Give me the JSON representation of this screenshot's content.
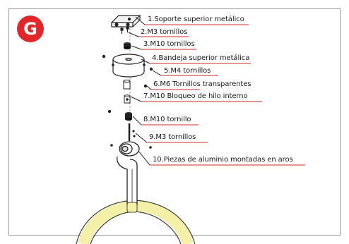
{
  "badge": "G",
  "accent_color": "#e2262a",
  "neon_color": "#f5f0a8",
  "labels": [
    "1.Soporte superior metálico",
    "2.M3 tornillos",
    "3.M10 tornillos",
    "4.Bandeja superior metálica",
    "5.M4 tornillos",
    "6.M6 Tornillos transparentes",
    "7.M10 Bloqueo de hilo interno",
    "8.M10 tornillo",
    "9.M3 tornillos",
    "10.Piezas de aluminio montadas en aros"
  ]
}
